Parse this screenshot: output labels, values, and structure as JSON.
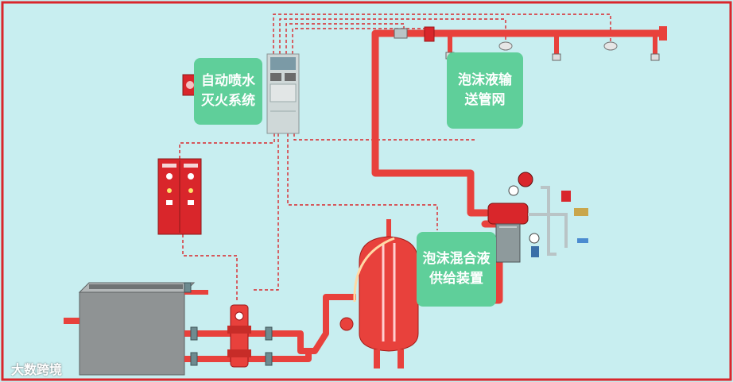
{
  "labels": {
    "sprinkler": "自动喷水\n灭火系统",
    "network": "泡沫液输\n送管网",
    "supply": "泡沫混合液\n供给装置"
  },
  "watermark": "大数跨境",
  "colors": {
    "background": "#c8eef0",
    "border": "#d9262b",
    "pipe": "#e8413c",
    "callout": "#5fcf9a",
    "tank": "#8a8a8a",
    "control_cabinet": "#cfd8d8"
  },
  "icons": [
    "alarm-bell-icon",
    "control-cabinet-icon",
    "pump-control-cabinet-icon",
    "water-tank-icon",
    "pump-icon",
    "foam-bladder-tank-icon",
    "proportioner-valve-icon",
    "sprinkler-head-icon",
    "smoke-detector-icon"
  ]
}
